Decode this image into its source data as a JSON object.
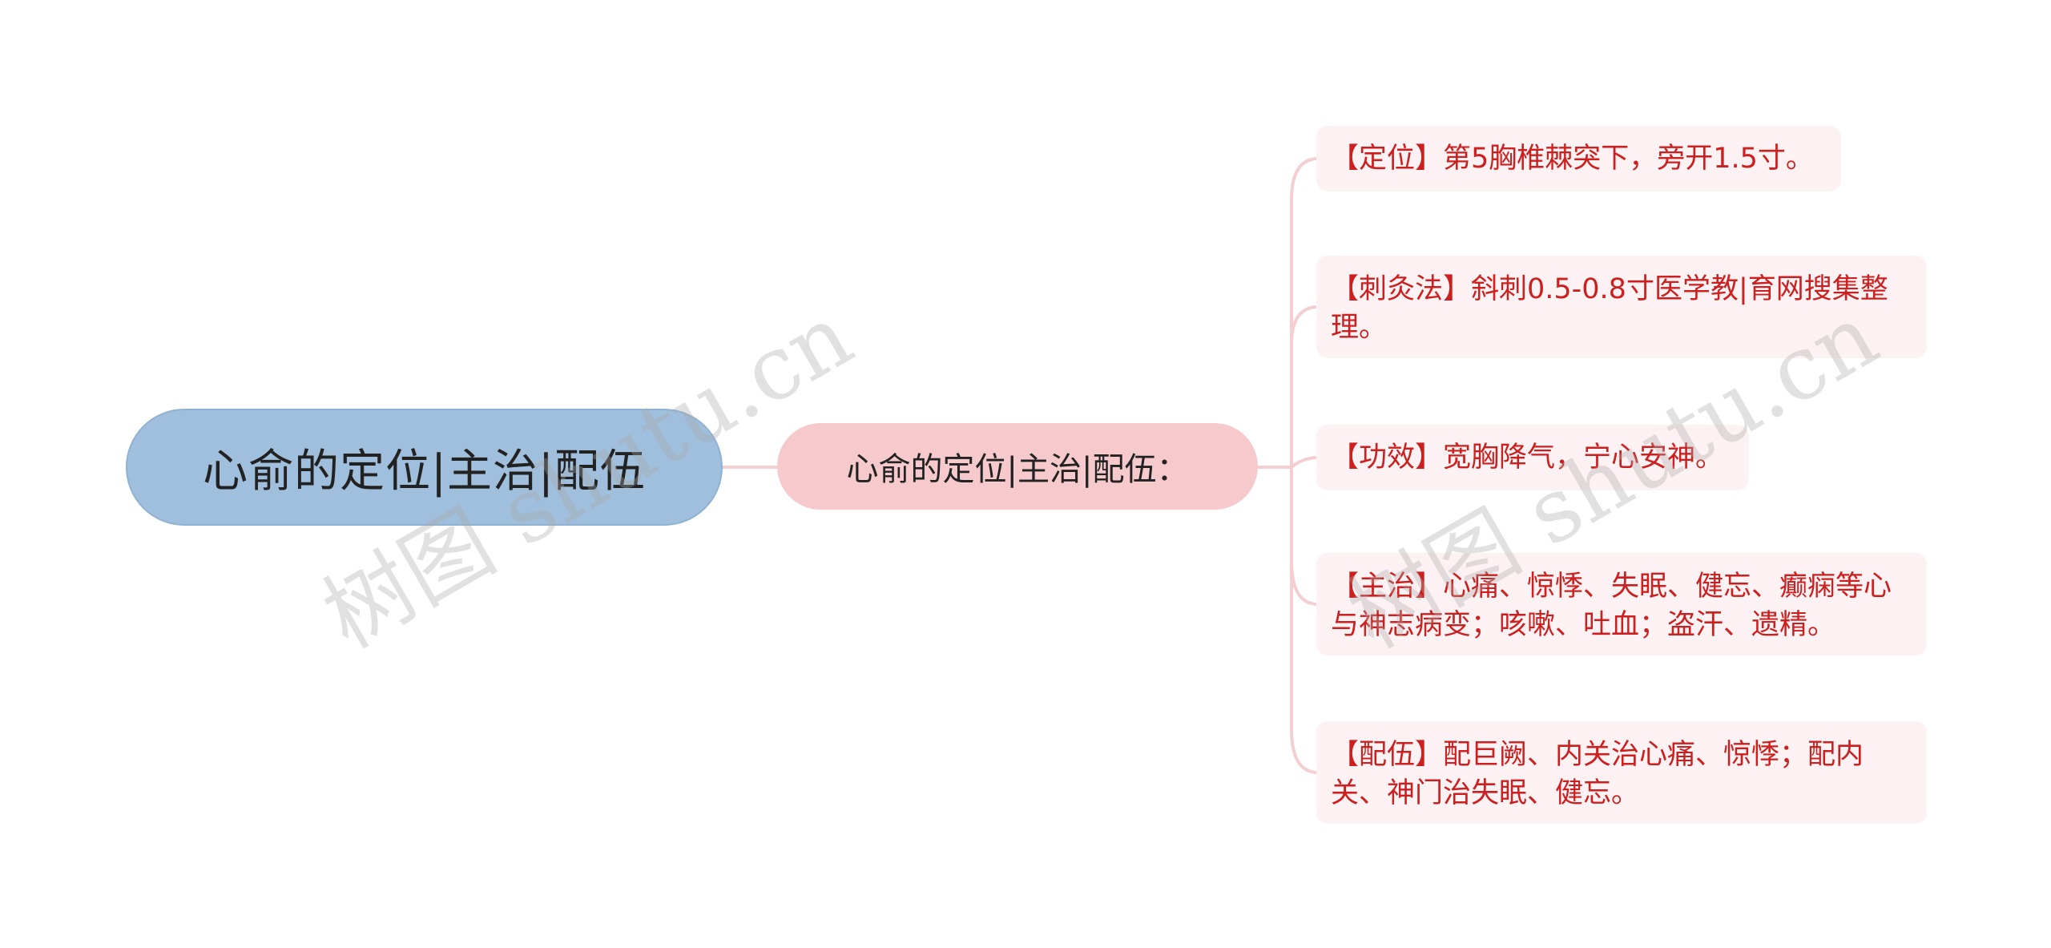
{
  "root": {
    "label": "心俞的定位|主治|配伍",
    "fill_color": "#a0bfdc"
  },
  "subtopic": {
    "label": "心俞的定位|主治|配伍：",
    "fill_color": "#f6c9cc"
  },
  "leaves": [
    {
      "text": "【定位】第5胸椎棘突下，旁开1.5寸。"
    },
    {
      "text": "【刺灸法】斜刺0.5-0.8寸医学教|育网搜集整理。"
    },
    {
      "text": "【功效】宽胸降气，宁心安神。"
    },
    {
      "text": "【主治】心痛、惊悸、失眠、健忘、癫痫等心与神志病变；咳嗽、吐血；盗汗、遗精。"
    },
    {
      "text": "【配伍】配巨阙、内关治心痛、惊悸；配内关、神门治失眠、健忘。"
    }
  ],
  "watermark": {
    "text": "树图 shutu.cn"
  },
  "colors": {
    "connector": "#f3cfd2",
    "leaf_text": "#cc1f1f",
    "leaf_fill": "#fdf2f3"
  }
}
